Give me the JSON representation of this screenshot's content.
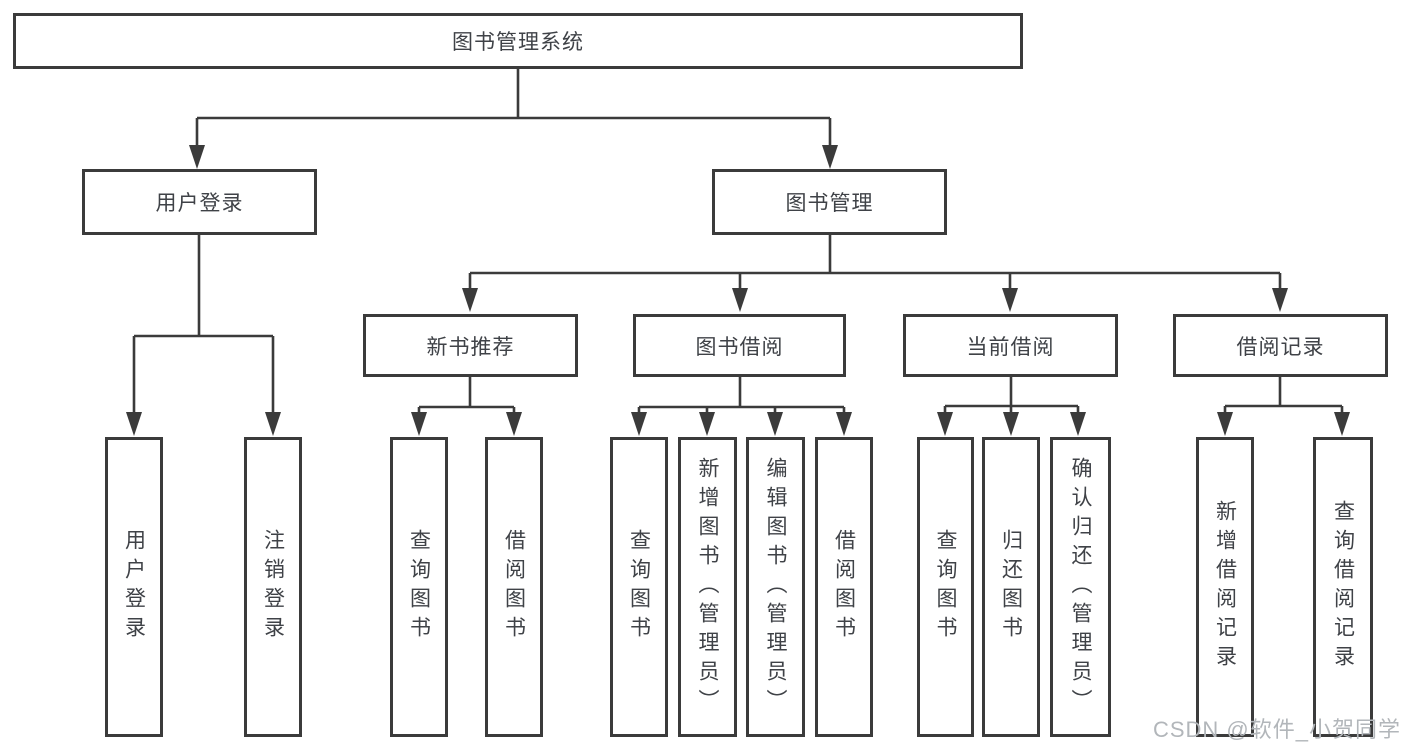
{
  "tree": {
    "root": {
      "label": "图书管理系统",
      "children": [
        {
          "label": "用户登录",
          "children": [
            {
              "label": "用户登录"
            },
            {
              "label": "注销登录"
            }
          ]
        },
        {
          "label": "图书管理",
          "children": [
            {
              "label": "新书推荐",
              "children": [
                {
                  "label": "查询图书"
                },
                {
                  "label": "借阅图书"
                }
              ]
            },
            {
              "label": "图书借阅",
              "children": [
                {
                  "label": "查询图书"
                },
                {
                  "label": "新增图书（管理员）"
                },
                {
                  "label": "编辑图书（管理员）"
                },
                {
                  "label": "借阅图书"
                }
              ]
            },
            {
              "label": "当前借阅",
              "children": [
                {
                  "label": "查询图书"
                },
                {
                  "label": "归还图书"
                },
                {
                  "label": "确认归还（管理员）"
                }
              ]
            },
            {
              "label": "借阅记录",
              "children": [
                {
                  "label": "新增借阅记录"
                },
                {
                  "label": "查询借阅记录"
                }
              ]
            }
          ]
        }
      ]
    }
  },
  "watermark": {
    "text": "CSDN @软件_小贺同学"
  },
  "colors": {
    "line": "#3b3b3b",
    "text": "#3f4247",
    "watermark": "#b2b6ba",
    "background": "#ffffff"
  }
}
